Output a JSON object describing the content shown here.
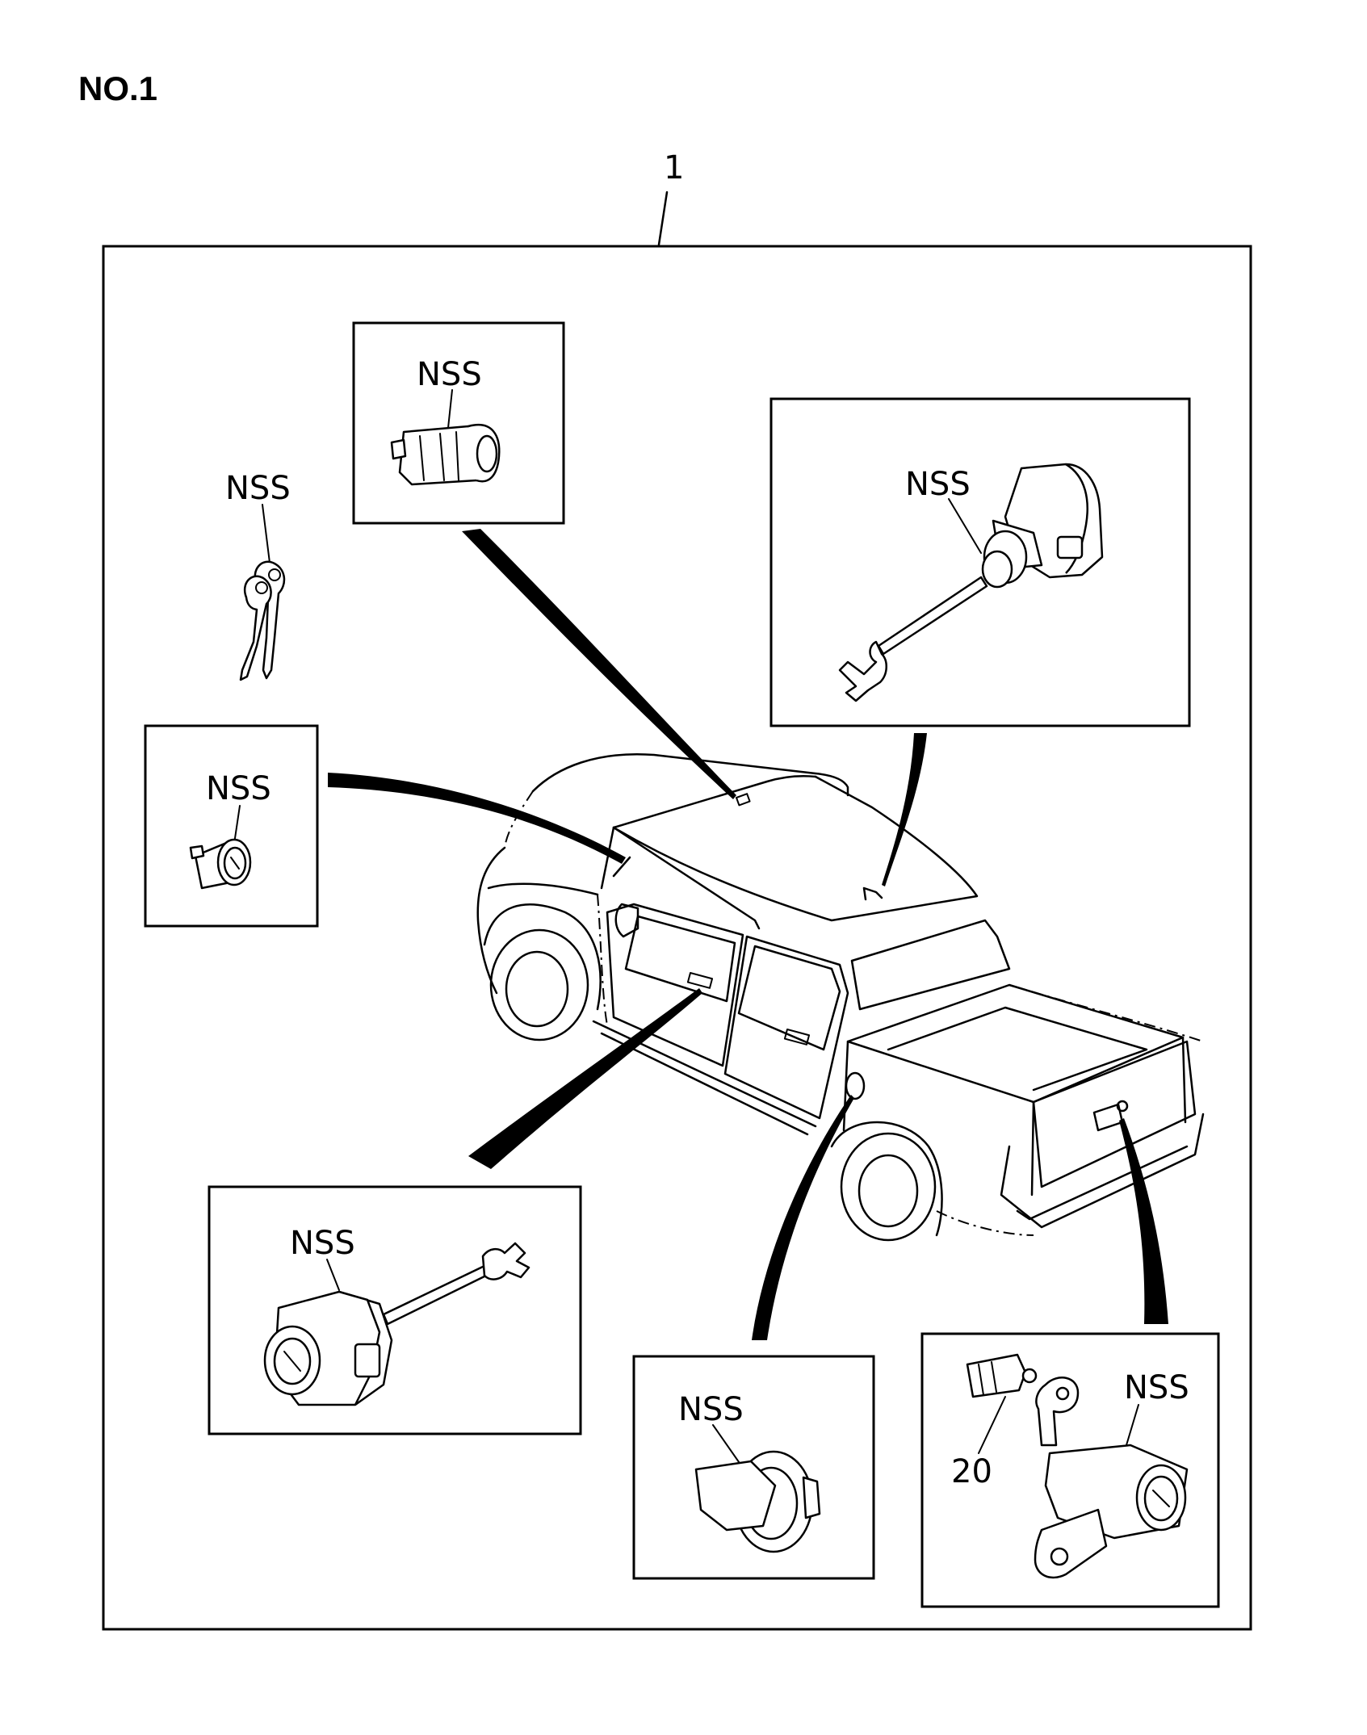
{
  "diagram": {
    "page_label": "NO.1",
    "assembly_callout": "1",
    "callouts": {
      "roof_lock": "NSS",
      "keys": "NSS",
      "fuel_lid_top": "NSS",
      "hood_lock": "NSS",
      "door_lock": "NSS",
      "fuel_lid_bottom": "NSS",
      "tailgate_lock": "NSS",
      "tailgate_clip_number": "20"
    }
  }
}
